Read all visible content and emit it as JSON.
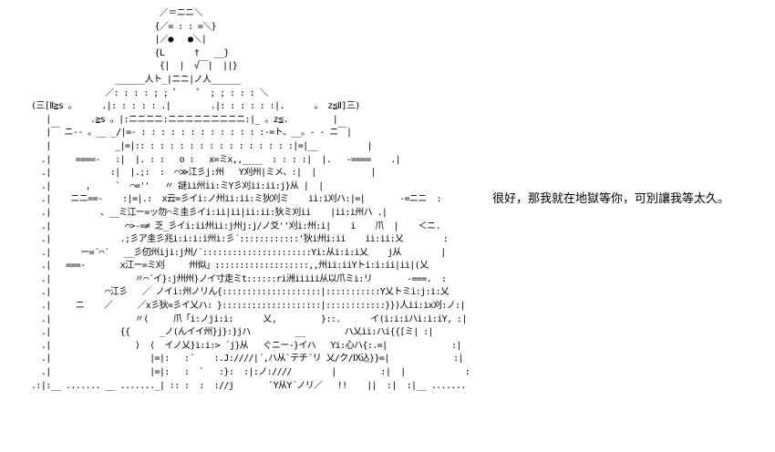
{
  "ascii_art": [
    "                          ／＝ニニ＼",
    "                         {／= : : =＼}",
    "                         |／●   ●＼|",
    "                         {L      †   __}",
    "                          {|  |  √￣|  ||}",
    "                 ______人ト_|ニニ|ノ人______",
    "               ／: : : : ; ; ゜   ゜ ; ; : : : ＼",
    "(三[Ⅱ≧s 。     .|: : : : : .|        .|: : : : : :|.      。 z≦Ⅱ]三)",
    "   |        .≧s 。|:ニニニニ:ニニニニニニニニニ:|_ 。z≦.         |",
    "   |￣ ニ-- 。__ _/|=- : : : : : : : : : : : : :-=ト、__。- - ニ￣|",
    "   |             _|=|:: : : : : : : : : : : : : : : :|=|__          |",
    "  .|     ====-   :|  |. : :   o :   x=ミx,,____  : : : :|  |.   -====    .|",
    "  .|            :|  |.;:  :  ⌒≫江彡j:州   Y刈州|ミメ、:|  |           |",
    "  .|       ,     `  ⌒=''   〃 謎ii州ii:ミY彡刈ii:ii:j}从 |  |",
    "  .|    ニニ==-    :|=|.:  x云=彡イi:ノ州ii:ii:ミ狄刈ミ    ii:i刈ハ:|=|       -=ニニ  :",
    "  .|          、__ミ江ー=ッ勿⌒ミ圭彡イi:ii|ii|ii:ii:狄ミ刈ii    |ii:i州ハ .|",
    "  .|               ⌒>-=≠ 乏_彡イi:ii州ii:j州j:j/ノ爻''刈i:州:i|    i    爪  |    ＜ニ.",
    "  .|              .;彡ア圭彡兆i:i:i:i州i:彡´::::::::::::'狄i州i:ii    ii:ii:乂        :",
    "  .|      ー=´⌒´   __彡仞州iji:j州/´::::::::::::::::::::::Yi:从i:i:i乂    j从        |",
    "  .|   ===-       x江ー=ミ刈     州似」:::::::::::::::::::,,州ii:iiYトi:i:ii|ii|(乂",
    "  .|                 〃⌒´イ}:j州州}ノイ寸走ミt::::::ri洲iiiii从以爪ミi:リ       -===.  :",
    "  .|           ⌒江彡   ／ ノイi:州ノリん{::::::::::::::::::::|:::::::::::Y乂トミi:j:i:乂          |",
    "  .|     ニ    ／     ／x彡狄=彡イ乂ハ: }::::::::::::::::::::|::::::::::::}})人ii:ix刈:ノ:|          |",
    "  .|                 〃(     爪「i:ノji:i:      乂,         }::.      イ(i:i:iハi:i:iY, :|    -=ニニ   |",
    "  .|              {{      _ノ(んイイ州}j}:}jハ         __        ハ乂ii:ハi{{[ミ| :|             |",
    "  .|                 )  (  イノ乂}i:i:> ´j}从   ぐニー-}イハ   Yi:心ハ{:.=|             :|",
    "  .|                    |=|:   :´    :.J:////|´,ハ从`テチ´リ 乂/ク/Ⅸ込}}=|             :|",
    "  .|                    |=|:   :  `   :}:  :|:ノ:////        |         :|  |            :|",
    ".:|:__ ....... __ ......._| :: :  :  ://j       `Y从Y´ノリ／   !!    ||  :|  :|__ .......  __|"
  ],
  "dialogue": "很好，那我就在地獄等你，可別讓我等太久。"
}
